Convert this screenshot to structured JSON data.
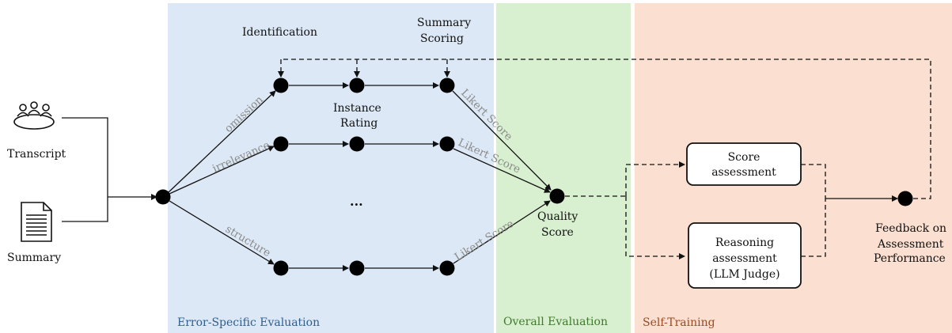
{
  "inputs": {
    "transcript_label": "Transcript",
    "summary_label": "Summary",
    "transcript_icon": "people-around-table-icon",
    "summary_icon": "document-icon"
  },
  "stages": {
    "identification": "Identification",
    "instance_rating_line1": "Instance",
    "instance_rating_line2": "Rating",
    "summary_scoring_line1": "Summary",
    "summary_scoring_line2": "Scoring",
    "ellipsis": "...",
    "quality_score_line1": "Quality",
    "quality_score_line2": "Score"
  },
  "edges": {
    "omission": "omission",
    "irrelevance": "irrelevance",
    "structure": "structure",
    "likert_1": "Likert Score",
    "likert_2": "Likert Score",
    "likert_3": "Likert Score"
  },
  "boxes": {
    "score_assessment_line1": "Score",
    "score_assessment_line2": "assessment",
    "reasoning_line1": "Reasoning",
    "reasoning_line2": "assessment",
    "reasoning_line3": "(LLM Judge)"
  },
  "feedback": {
    "line1": "Feedback on",
    "line2": "Assessment",
    "line3": "Performance"
  },
  "sections": {
    "error_specific": {
      "label": "Error-Specific Evaluation",
      "bg": "#dce8f5",
      "color": "#2e5e8e"
    },
    "overall": {
      "label": "Overall Evaluation",
      "bg": "#d8f0cf",
      "color": "#3f7a2c"
    },
    "self_training": {
      "label": "Self-Training",
      "bg": "#fbdfd0",
      "color": "#9a4a22"
    }
  }
}
